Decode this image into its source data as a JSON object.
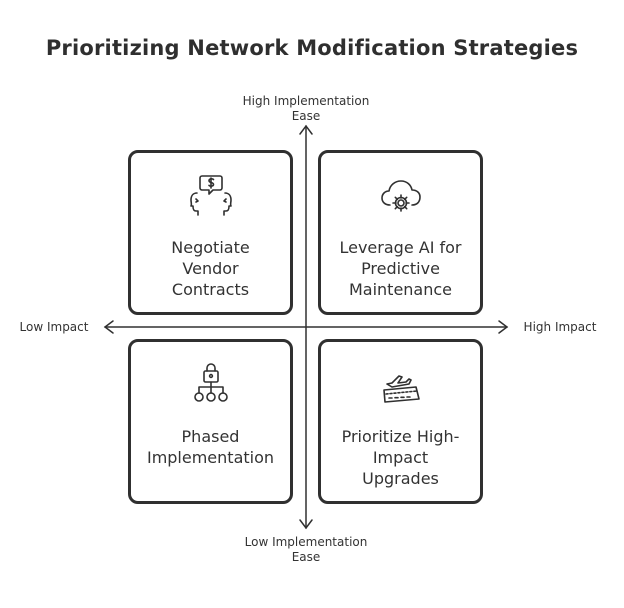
{
  "title": "Prioritizing Network Modification Strategies",
  "axes": {
    "top_line1": "High Implementation",
    "top_line2": "Ease",
    "bottom_line1": "Low Implementation",
    "bottom_line2": "Ease",
    "left": "Low Impact",
    "right": "High Impact"
  },
  "quadrants": {
    "top_left": {
      "lines": [
        "Negotiate",
        "Vendor",
        "Contracts"
      ],
      "icon": "negotiation-icon"
    },
    "top_right": {
      "lines": [
        "Leverage AI for",
        "Predictive",
        "Maintenance"
      ],
      "icon": "cloud-gear-icon"
    },
    "bottom_left": {
      "lines": [
        "Phased",
        "Implementation"
      ],
      "icon": "hierarchy-lock-icon"
    },
    "bottom_right": {
      "lines": [
        "Prioritize High-",
        "Impact",
        "Upgrades"
      ],
      "icon": "airplane-ticket-icon"
    }
  },
  "colors": {
    "stroke": "#303030",
    "text": "#333333",
    "background": "#ffffff"
  }
}
